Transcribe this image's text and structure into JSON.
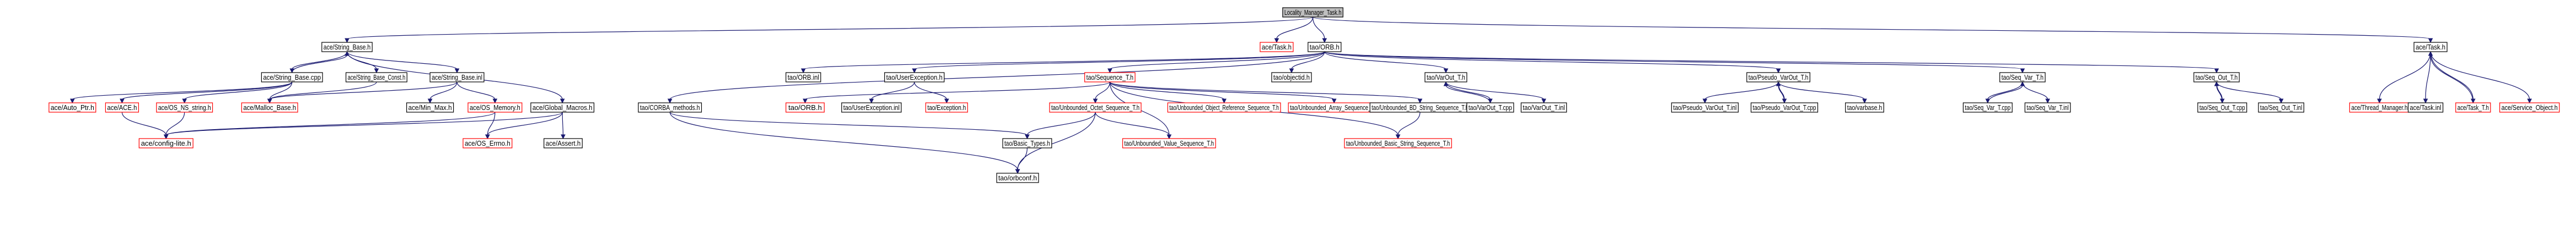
{
  "colors": {
    "edge": "#191970",
    "border": "#000000",
    "missing_border": "#ff0000",
    "root_fill": "#bfbfbf",
    "background": "#ffffff"
  },
  "nodes": [
    {
      "id": "root",
      "label": "Locality_Manager_Task.h",
      "kind": "root"
    },
    {
      "id": "strbase",
      "label": "ace/String_Base.h",
      "kind": "doc"
    },
    {
      "id": "acetask",
      "label": "ace/Task.h",
      "kind": "ext"
    },
    {
      "id": "orb",
      "label": "tao/ORB.h",
      "kind": "doc"
    },
    {
      "id": "task",
      "label": "ace/Task.h",
      "kind": "doc"
    },
    {
      "id": "strbasecpp",
      "label": "ace/String_Base.cpp",
      "kind": "doc"
    },
    {
      "id": "strconst",
      "label": "ace/String_Base_Const.h",
      "kind": "doc"
    },
    {
      "id": "strinl",
      "label": "ace/String_Base.inl",
      "kind": "doc"
    },
    {
      "id": "autoptr",
      "label": "ace/Auto_Ptr.h",
      "kind": "ext"
    },
    {
      "id": "aceh",
      "label": "ace/ACE.h",
      "kind": "ext"
    },
    {
      "id": "osnsstr",
      "label": "ace/OS_NS_string.h",
      "kind": "ext"
    },
    {
      "id": "mallocbase",
      "label": "ace/Malloc_Base.h",
      "kind": "ext"
    },
    {
      "id": "minmax",
      "label": "ace/Min_Max.h",
      "kind": "doc"
    },
    {
      "id": "osmem",
      "label": "ace/OS_Memory.h",
      "kind": "ext"
    },
    {
      "id": "globalmacros",
      "label": "ace/Global_Macros.h",
      "kind": "doc"
    },
    {
      "id": "configlite",
      "label": "ace/config-lite.h",
      "kind": "ext"
    },
    {
      "id": "oserrno",
      "label": "ace/OS_Errno.h",
      "kind": "ext"
    },
    {
      "id": "assert",
      "label": "ace/Assert.h",
      "kind": "doc"
    },
    {
      "id": "orbinl",
      "label": "tao/ORB.inl",
      "kind": "doc"
    },
    {
      "id": "userexc",
      "label": "tao/UserException.h",
      "kind": "doc"
    },
    {
      "id": "taoexc",
      "label": "tao/Exception.h",
      "kind": "ext"
    },
    {
      "id": "corbamethods",
      "label": "tao/CORBA_methods.h",
      "kind": "doc"
    },
    {
      "id": "userexcinl",
      "label": "tao/UserException.inl",
      "kind": "doc"
    },
    {
      "id": "taoseq",
      "label": "tao/Sequence_T.h",
      "kind": "ext"
    },
    {
      "id": "objectid",
      "label": "tao/objectid.h",
      "kind": "doc"
    },
    {
      "id": "varout",
      "label": "tao/VarOut_T.h",
      "kind": "doc"
    },
    {
      "id": "pseudovarout",
      "label": "tao/Pseudo_VarOut_T.h",
      "kind": "doc"
    },
    {
      "id": "seqvar",
      "label": "tao/Seq_Var_T.h",
      "kind": "doc"
    },
    {
      "id": "seqout",
      "label": "tao/Seq_Out_T.h",
      "kind": "doc"
    },
    {
      "id": "taoorbh",
      "label": "tao/ORB.h",
      "kind": "ext"
    },
    {
      "id": "unboundedoctet",
      "label": "tao/Unbounded_Octet_Sequence_T.h",
      "kind": "ext"
    },
    {
      "id": "unboundedobjref",
      "label": "tao/Unbounded_Object_Reference_Sequence_T.h",
      "kind": "ext"
    },
    {
      "id": "unboundedarray",
      "label": "tao/Unbounded_Array_Sequence_T.h",
      "kind": "ext"
    },
    {
      "id": "unboundedbd",
      "label": "tao/Unbounded_BD_String_Sequence_T.h",
      "kind": "doc"
    },
    {
      "id": "varoutcpp",
      "label": "tao/VarOut_T.cpp",
      "kind": "doc"
    },
    {
      "id": "varoutinl",
      "label": "tao/VarOut_T.inl",
      "kind": "doc"
    },
    {
      "id": "pseudoinl",
      "label": "tao/Pseudo_VarOut_T.inl",
      "kind": "doc"
    },
    {
      "id": "pseudocpp",
      "label": "tao/Pseudo_VarOut_T.cpp",
      "kind": "doc"
    },
    {
      "id": "vararray",
      "label": "tao/varbase.h",
      "kind": "doc"
    },
    {
      "id": "seqvarcpp",
      "label": "tao/Seq_Var_T.cpp",
      "kind": "doc"
    },
    {
      "id": "seqvarinl",
      "label": "tao/Seq_Var_T.inl",
      "kind": "doc"
    },
    {
      "id": "seqoutcpp",
      "label": "tao/Seq_Out_T.cpp",
      "kind": "doc"
    },
    {
      "id": "seqoutinl",
      "label": "tao/Seq_Out_T.inl",
      "kind": "doc"
    },
    {
      "id": "threadmgr",
      "label": "ace/Thread_Manager.h",
      "kind": "ext"
    },
    {
      "id": "taskinl",
      "label": "ace/Task.inl",
      "kind": "doc"
    },
    {
      "id": "taskt",
      "label": "ace/Task_T.h",
      "kind": "ext"
    },
    {
      "id": "serviceobj",
      "label": "ace/Service_Object.h",
      "kind": "ext"
    },
    {
      "id": "basictypes",
      "label": "tao/Basic_Types.h",
      "kind": "doc"
    },
    {
      "id": "unboundedvalue",
      "label": "tao/Unbounded_Value_Sequence_T.h",
      "kind": "ext"
    },
    {
      "id": "unboundedbasicstr",
      "label": "tao/Unbounded_Basic_String_Sequence_T.h",
      "kind": "ext"
    },
    {
      "id": "orbconf",
      "label": "tao/orbconf.h",
      "kind": "doc"
    }
  ],
  "edges": [
    [
      "root",
      "strbase"
    ],
    [
      "root",
      "acetask"
    ],
    [
      "root",
      "orb"
    ],
    [
      "root",
      "task"
    ],
    [
      "strbase",
      "strbasecpp"
    ],
    [
      "strbase",
      "strconst"
    ],
    [
      "strbase",
      "strinl"
    ],
    [
      "strbase",
      "globalmacros"
    ],
    [
      "strbasecpp",
      "strbase"
    ],
    [
      "strbasecpp",
      "autoptr"
    ],
    [
      "strbasecpp",
      "aceh"
    ],
    [
      "strbasecpp",
      "osnsstr"
    ],
    [
      "strbasecpp",
      "mallocbase"
    ],
    [
      "strconst",
      "mallocbase"
    ],
    [
      "strinl",
      "mallocbase"
    ],
    [
      "strinl",
      "minmax"
    ],
    [
      "strinl",
      "osmem"
    ],
    [
      "osnsstr",
      "configlite"
    ],
    [
      "aceh",
      "configlite"
    ],
    [
      "osmem",
      "configlite"
    ],
    [
      "osmem",
      "oserrno"
    ],
    [
      "globalmacros",
      "configlite"
    ],
    [
      "globalmacros",
      "oserrno"
    ],
    [
      "globalmacros",
      "assert"
    ],
    [
      "orb",
      "orbinl"
    ],
    [
      "orb",
      "userexc"
    ],
    [
      "orb",
      "taoseq"
    ],
    [
      "orb",
      "objectid"
    ],
    [
      "orb",
      "varout"
    ],
    [
      "orb",
      "pseudovarout"
    ],
    [
      "orb",
      "seqvar"
    ],
    [
      "orb",
      "seqout"
    ],
    [
      "orb",
      "corbamethods"
    ],
    [
      "userexc",
      "taoexc"
    ],
    [
      "userexc",
      "userexcinl"
    ],
    [
      "taoseq",
      "unboundedoctet"
    ],
    [
      "taoseq",
      "unboundedobjref"
    ],
    [
      "taoseq",
      "unboundedarray"
    ],
    [
      "taoseq",
      "unboundedbd"
    ],
    [
      "taoseq",
      "unboundedvalue"
    ],
    [
      "taoseq",
      "unboundedbasicstr"
    ],
    [
      "taoseq",
      "taoorbh"
    ],
    [
      "unboundedoctet",
      "basictypes"
    ],
    [
      "unboundedoctet",
      "unboundedvalue"
    ],
    [
      "unboundedoctet",
      "orbconf"
    ],
    [
      "corbamethods",
      "basictypes"
    ],
    [
      "corbamethods",
      "orbconf"
    ],
    [
      "unboundedbd",
      "unboundedbasicstr"
    ],
    [
      "basictypes",
      "orbconf"
    ],
    [
      "varout",
      "varoutcpp"
    ],
    [
      "varout",
      "varoutinl"
    ],
    [
      "varoutcpp",
      "varout"
    ],
    [
      "pseudovarout",
      "pseudoinl"
    ],
    [
      "pseudovarout",
      "pseudocpp"
    ],
    [
      "pseudovarout",
      "vararray"
    ],
    [
      "pseudocpp",
      "pseudovarout"
    ],
    [
      "seqvar",
      "seqvarcpp"
    ],
    [
      "seqvar",
      "seqvarinl"
    ],
    [
      "seqvarcpp",
      "seqvar"
    ],
    [
      "seqout",
      "seqoutcpp"
    ],
    [
      "seqout",
      "seqoutinl"
    ],
    [
      "seqoutcpp",
      "seqout"
    ],
    [
      "task",
      "threadmgr"
    ],
    [
      "task",
      "taskinl"
    ],
    [
      "task",
      "taskt"
    ],
    [
      "task",
      "serviceobj"
    ],
    [
      "taskt",
      "task"
    ]
  ]
}
